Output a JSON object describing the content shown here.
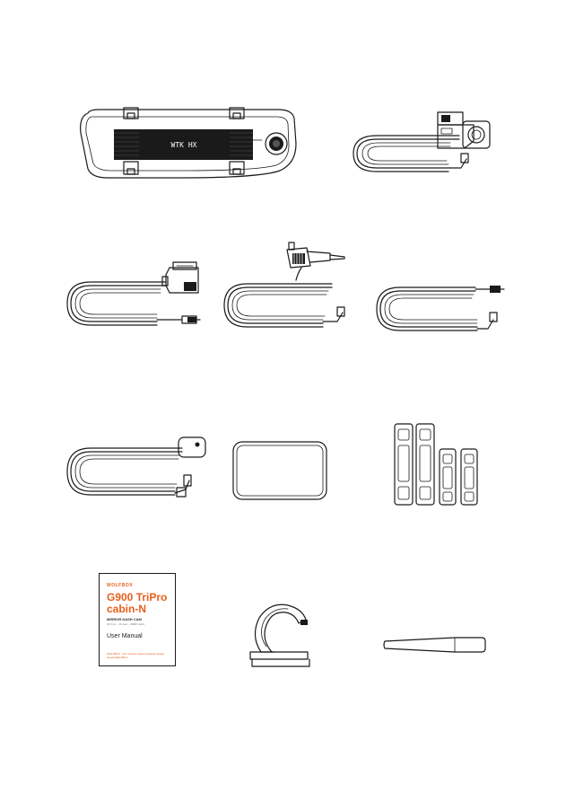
{
  "colors": {
    "line": "#1a1a1a",
    "accent": "#e8601c",
    "background": "#ffffff"
  },
  "mirror": {
    "screen_text": "WTK   HX"
  },
  "manual": {
    "brand": "WOLFBOX",
    "title": "G900 TriPro cabin-N",
    "subtitle": "MIRROR DASH CAM",
    "subtitle_small": "4K front · 2K rear · 1080P cabin",
    "label": "User Manual",
    "footer": "WOLFBOX · For product support please contact support@wolfbox"
  },
  "items": [
    {
      "icon": "mirror-dash-cam-icon"
    },
    {
      "icon": "cabin-camera-icon"
    },
    {
      "icon": "rear-camera-icon"
    },
    {
      "icon": "car-charger-icon"
    },
    {
      "icon": "extension-cable-icon"
    },
    {
      "icon": "gps-module-icon"
    },
    {
      "icon": "adhesive-pad-icon"
    },
    {
      "icon": "rubber-straps-icon"
    },
    {
      "icon": "user-manual-icon"
    },
    {
      "icon": "cable-clip-icon"
    },
    {
      "icon": "pry-tool-icon"
    }
  ]
}
